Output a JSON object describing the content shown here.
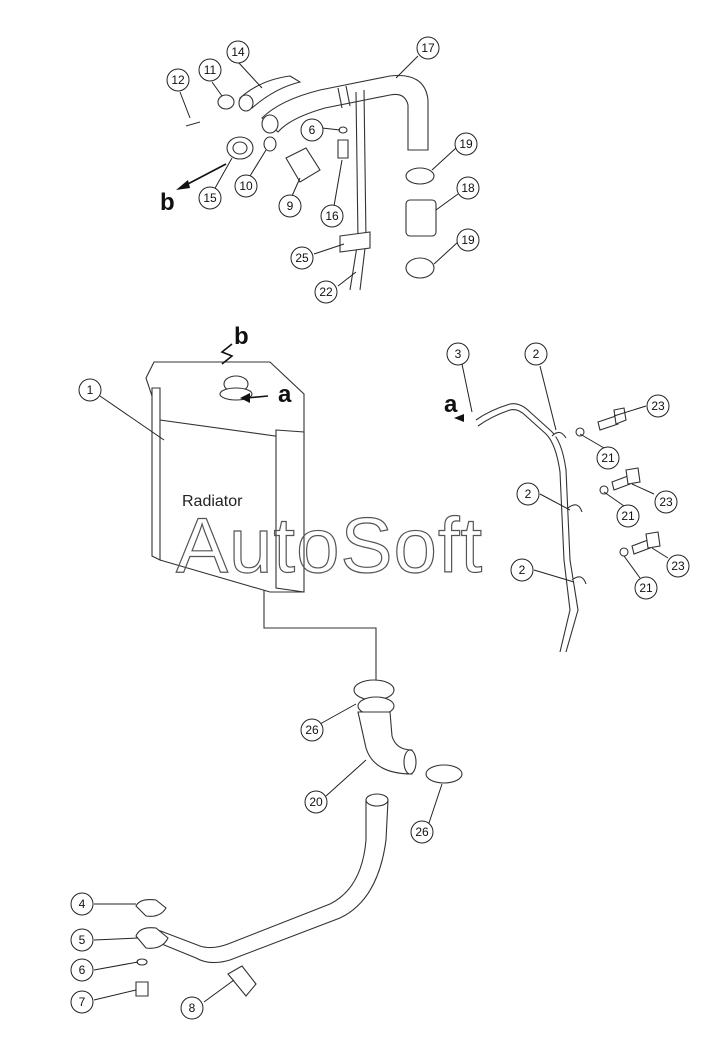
{
  "labels": {
    "radiator": "Radiator",
    "watermark": "AutoSoft"
  },
  "ref_letters": {
    "b_top": "b",
    "b_mid": "b",
    "a_radiator": "a",
    "a_hose": "a"
  },
  "callouts": {
    "c14": "14",
    "c17": "17",
    "c12": "12",
    "c11": "11",
    "c6a": "6",
    "c19a": "19",
    "c15": "15",
    "c10": "10",
    "c9": "9",
    "c16": "16",
    "c18": "18",
    "c19b": "19",
    "c25": "25",
    "c22": "22",
    "c3": "3",
    "c2a": "2",
    "c1": "1",
    "c23a": "23",
    "c21a": "21",
    "c2b": "2",
    "c23b": "23",
    "c21b": "21",
    "c2c": "2",
    "c23c": "23",
    "c21c": "21",
    "c26a": "26",
    "c20": "20",
    "c26b": "26",
    "c4": "4",
    "c5": "5",
    "c6b": "6",
    "c7": "7",
    "c8": "8"
  }
}
